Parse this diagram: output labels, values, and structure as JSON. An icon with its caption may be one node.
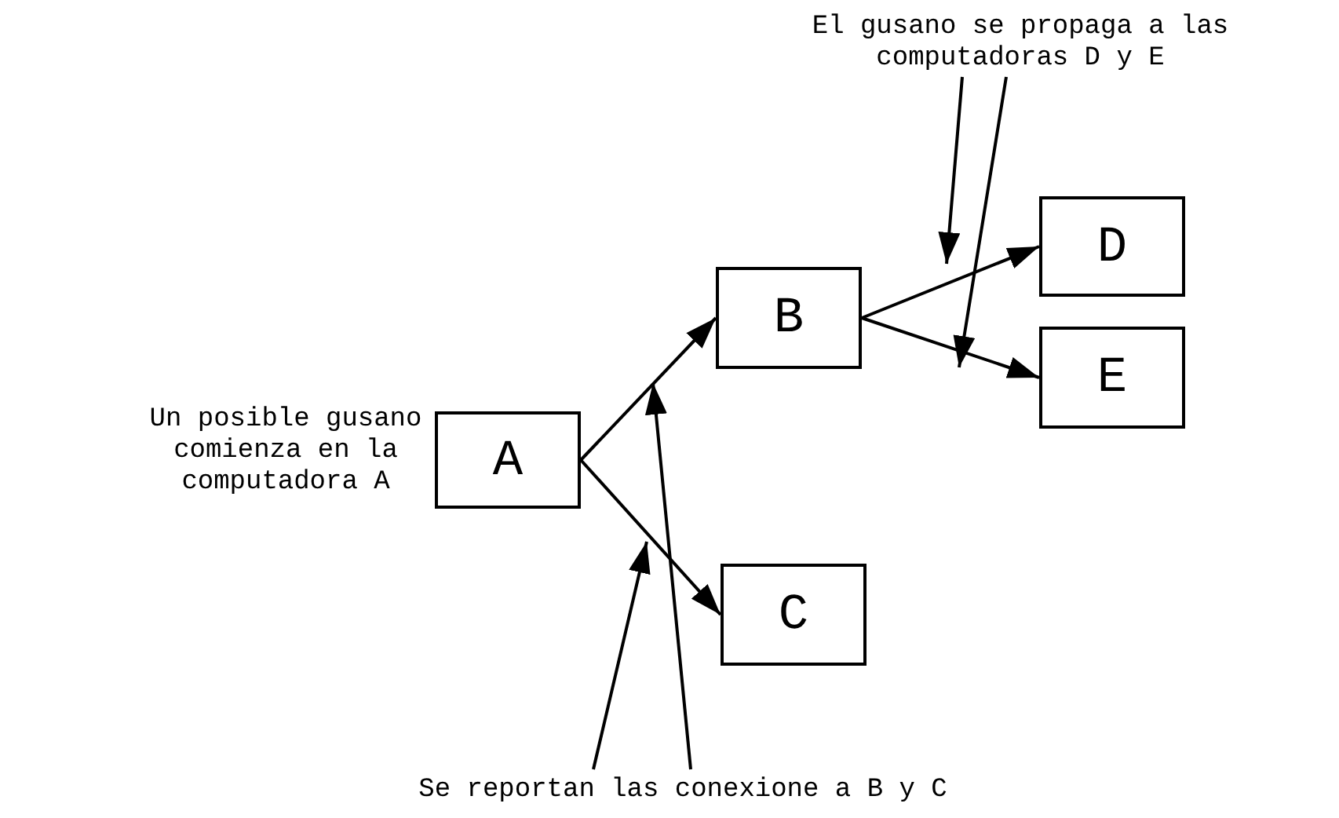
{
  "diagram": {
    "nodes": [
      {
        "text": [
          "El gusano se propaga a las computadoras D y E"
        ]
      },
      {
        "text": [
          "A"
        ],
        "beside": [
          "Un posible gusano comienza en la computadora A"
        ]
      },
      {
        "text": [
          "B"
        ]
      },
      {
        "text": [
          "C"
        ]
      },
      {
        "text": [
          "D"
        ]
      },
      {
        "text": [
          "E"
        ]
      },
      {
        "text": [
          "Se reportan las conexione a B y C"
        ]
      }
    ],
    "edges": [
      {
        "from": 1,
        "to": 2,
        "arrow": "to"
      },
      {
        "from": 1,
        "to": 3,
        "arrow": "to"
      },
      {
        "from": 2,
        "to": 4,
        "arrow": "to"
      },
      {
        "from": 2,
        "to": 5,
        "arrow": "to"
      },
      {
        "from": 0,
        "to": null,
        "arrow": "to"
      },
      {
        "from": 0,
        "to": null,
        "arrow": "to"
      },
      {
        "from": 6,
        "to": null,
        "arrow": "to"
      },
      {
        "from": 6,
        "to": null,
        "arrow": "to"
      }
    ]
  }
}
